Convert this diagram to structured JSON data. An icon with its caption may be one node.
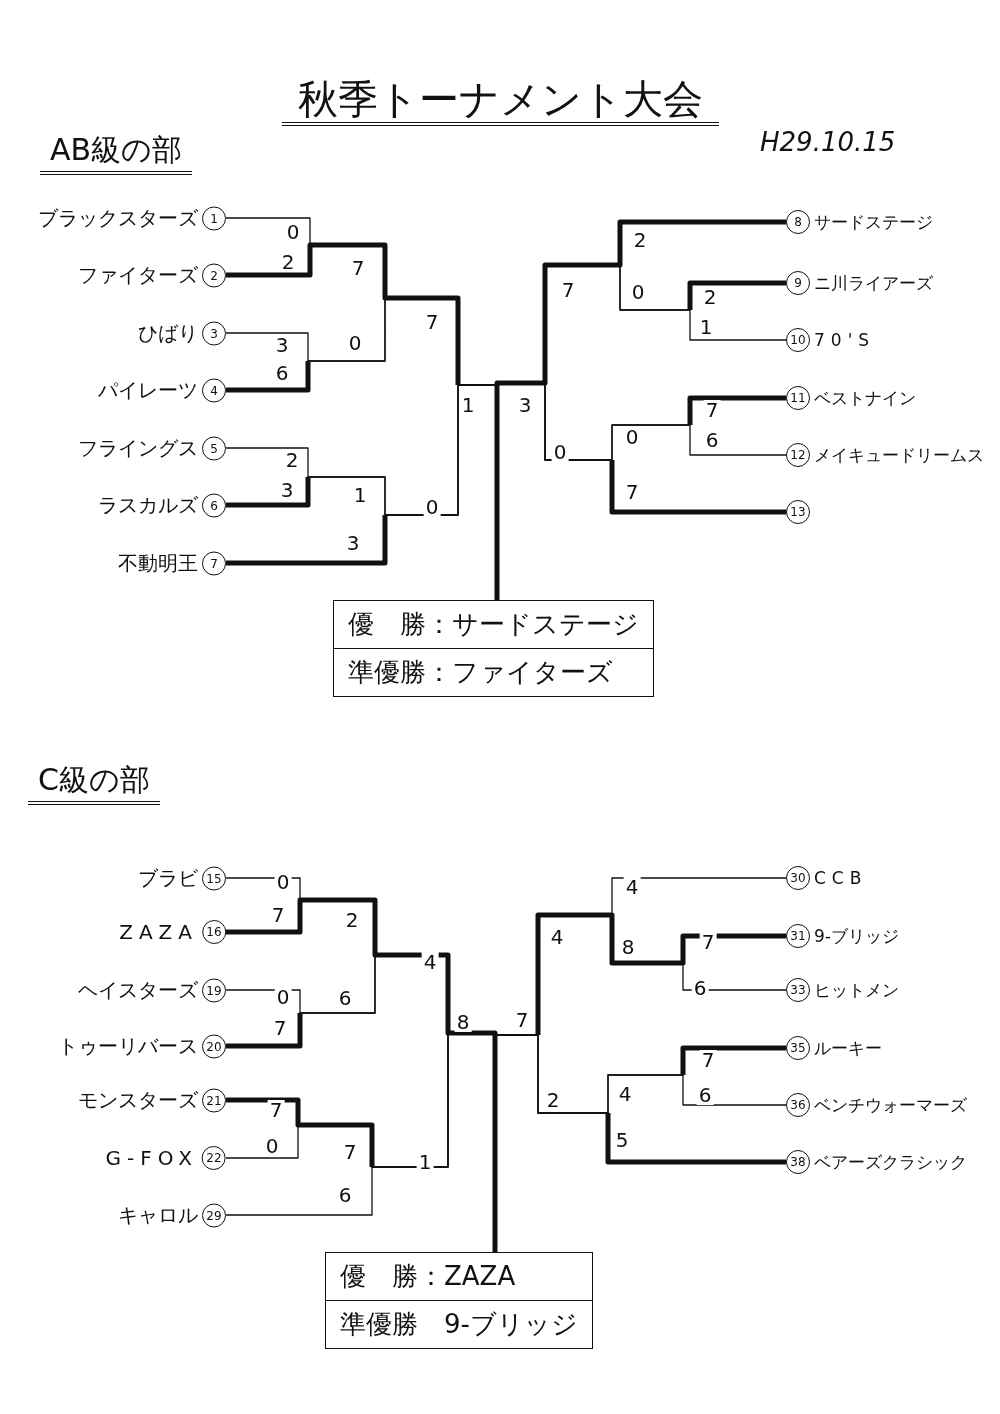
{
  "diagram": {
    "title": "秋季トーナメント大会",
    "nodes": [
      {
        "text": [
          "ブラックスターズ",
          "1"
        ]
      },
      {
        "text": [
          "ファイターズ",
          "2"
        ]
      },
      {
        "text": [
          "ひばり",
          "3"
        ]
      },
      {
        "text": [
          "パイレーツ",
          "4"
        ]
      },
      {
        "text": [
          "フライングス",
          "5"
        ]
      },
      {
        "text": [
          "ラスカルズ",
          "6"
        ]
      },
      {
        "text": [
          "不動明王",
          "7"
        ]
      },
      {
        "text": [
          "8",
          "サードステージ"
        ]
      },
      {
        "text": [
          "9",
          "ニ川ライアーズ"
        ]
      },
      {
        "text": [
          "10",
          "70'S"
        ]
      },
      {
        "text": [
          "11",
          "ベストナイン"
        ]
      },
      {
        "text": [
          "12",
          "メイキュードリームス"
        ]
      },
      {
        "text": [
          "13"
        ]
      },
      {
        "text": [
          "優　勝：サードステージ",
          "準優勝：ファイターズ"
        ]
      },
      {
        "text": [
          "ブラビ",
          "15"
        ]
      },
      {
        "text": [
          "ZAZA",
          "16"
        ]
      },
      {
        "text": [
          "ヘイスターズ",
          "19"
        ]
      },
      {
        "text": [
          "トゥーリバース",
          "20"
        ]
      },
      {
        "text": [
          "モンスターズ",
          "21"
        ]
      },
      {
        "text": [
          "G-FOX",
          "22"
        ]
      },
      {
        "text": [
          "キャロル",
          "29"
        ]
      },
      {
        "text": [
          "30",
          "CCB"
        ]
      },
      {
        "text": [
          "31",
          "9-ブリッジ"
        ]
      },
      {
        "text": [
          "33",
          "ヒットメン"
        ]
      },
      {
        "text": [
          "35",
          "ルーキー"
        ]
      },
      {
        "text": [
          "36",
          "ベンチウォーマーズ"
        ]
      },
      {
        "text": [
          "38",
          "ベアーズクラシック"
        ]
      },
      {
        "text": [
          "優　勝：ZAZA",
          "準優勝　9-ブリッジ"
        ]
      }
    ],
    "edges": [
      {
        "from": 0,
        "to": 13,
        "arrow": "none"
      },
      {
        "from": 1,
        "to": 13,
        "arrow": "none"
      },
      {
        "from": 2,
        "to": 13,
        "arrow": "none"
      },
      {
        "from": 3,
        "to": 13,
        "arrow": "none"
      },
      {
        "from": 4,
        "to": 13,
        "arrow": "none"
      },
      {
        "from": 5,
        "to": 13,
        "arrow": "none"
      },
      {
        "from": 6,
        "to": 13,
        "arrow": "none"
      },
      {
        "from": 7,
        "to": 13,
        "arrow": "none",
        "style": "thick"
      },
      {
        "from": 8,
        "to": 13,
        "arrow": "none"
      },
      {
        "from": 9,
        "to": 13,
        "arrow": "none"
      },
      {
        "from": 10,
        "to": 13,
        "arrow": "none"
      },
      {
        "from": 11,
        "to": 13,
        "arrow": "none"
      },
      {
        "from": 12,
        "to": 13,
        "arrow": "none"
      },
      {
        "from": 14,
        "to": 27,
        "arrow": "none"
      },
      {
        "from": 15,
        "to": 27,
        "arrow": "none",
        "style": "thick"
      },
      {
        "from": 16,
        "to": 27,
        "arrow": "none"
      },
      {
        "from": 17,
        "to": 27,
        "arrow": "none"
      },
      {
        "from": 18,
        "to": 27,
        "arrow": "none"
      },
      {
        "from": 19,
        "to": 27,
        "arrow": "none"
      },
      {
        "from": 20,
        "to": 27,
        "arrow": "none"
      },
      {
        "from": 21,
        "to": 27,
        "arrow": "none"
      },
      {
        "from": 22,
        "to": 27,
        "arrow": "none"
      },
      {
        "from": 23,
        "to": 27,
        "arrow": "none"
      },
      {
        "from": 24,
        "to": 27,
        "arrow": "none"
      },
      {
        "from": 25,
        "to": 27,
        "arrow": "none"
      },
      {
        "from": 26,
        "to": 27,
        "arrow": "none"
      }
    ],
    "labels": [
      "AB級の部",
      "H29.10.15",
      "0",
      "2",
      "7",
      "3",
      "6",
      "0",
      "7",
      "2",
      "3",
      "1",
      "3",
      "0",
      "1",
      "3",
      "7",
      "2",
      "0",
      "2",
      "1",
      "7",
      "0",
      "6",
      "7",
      "0",
      "C級の部",
      "0",
      "7",
      "2",
      "0",
      "7",
      "6",
      "4",
      "7",
      "0",
      "7",
      "6",
      "1",
      "8",
      "7",
      "4",
      "4",
      "8",
      "7",
      "6",
      "4",
      "7",
      "6",
      "5",
      "2"
    ]
  }
}
